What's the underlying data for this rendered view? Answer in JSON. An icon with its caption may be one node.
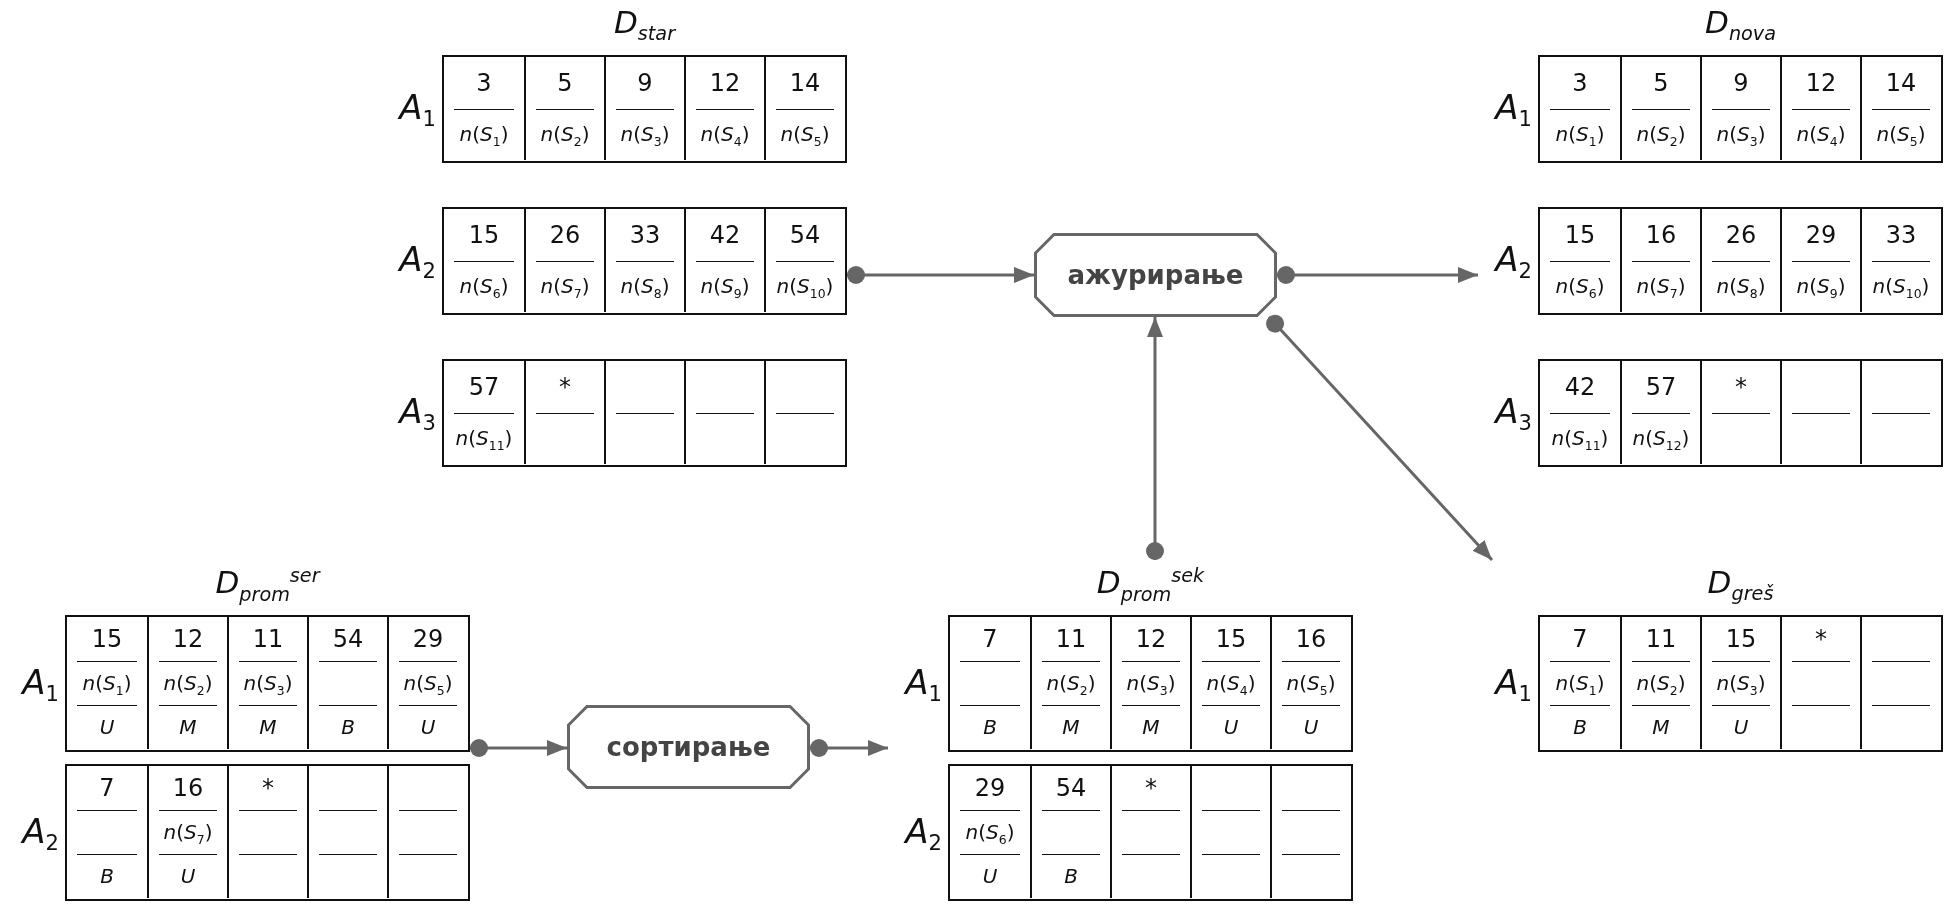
{
  "diagram": {
    "nodes": [
      {
        "text": [
          "D$_{star}$"
        ]
      },
      {
        "text": [
          "A$_{1}$"
        ],
        "in": 0
      },
      {
        "text": [
          "3",
          "*n*(*S*$_{1}$)"
        ],
        "in": 1
      },
      {
        "text": [
          "5",
          "*n*(*S*$_{2}$)"
        ],
        "in": 1
      },
      {
        "text": [
          "9",
          "*n*(*S*$_{3}$)"
        ],
        "in": 1
      },
      {
        "text": [
          "12",
          "*n*(*S*$_{4}$)"
        ],
        "in": 1
      },
      {
        "text": [
          "14",
          "*n*(*S*$_{5}$)"
        ],
        "in": 1
      },
      {
        "text": [
          "A$_{2}$"
        ],
        "in": 0
      },
      {
        "text": [
          "15",
          "*n*(*S*$_{6}$)"
        ],
        "in": 7
      },
      {
        "text": [
          "26",
          "*n*(*S*$_{7}$)"
        ],
        "in": 7
      },
      {
        "text": [
          "33",
          "*n*(*S*$_{8}$)"
        ],
        "in": 7
      },
      {
        "text": [
          "42",
          "*n*(*S*$_{9}$)"
        ],
        "in": 7
      },
      {
        "text": [
          "54",
          "*n*(*S*$_{10}$)"
        ],
        "in": 7
      },
      {
        "text": [
          "A$_{3}$"
        ],
        "in": 0
      },
      {
        "text": [
          "57",
          "*n*(*S*$_{11}$)"
        ],
        "in": 13
      },
      {
        "text": [
          "*"
        ],
        "in": 13
      },
      {
        "text": [],
        "shape": "box",
        "in": 13
      },
      {
        "text": [],
        "shape": "box",
        "in": 13
      },
      {
        "text": [],
        "shape": "box",
        "in": 13
      },
      {
        "text": [
          "ажурирање"
        ]
      },
      {
        "text": [
          "D$_{nova}$"
        ]
      },
      {
        "text": [
          "A$_{1}$"
        ],
        "in": 20
      },
      {
        "text": [
          "3",
          "*n*(*S*$_{1}$)"
        ],
        "in": 21
      },
      {
        "text": [
          "5",
          "*n*(*S*$_{2}$)"
        ],
        "in": 21
      },
      {
        "text": [
          "9",
          "*n*(*S*$_{3}$)"
        ],
        "in": 21
      },
      {
        "text": [
          "12",
          "*n*(*S*$_{4}$)"
        ],
        "in": 21
      },
      {
        "text": [
          "14",
          "*n*(*S*$_{5}$)"
        ],
        "in": 21
      },
      {
        "text": [
          "A$_{2}$"
        ],
        "in": 20
      },
      {
        "text": [
          "15",
          "*n*(*S*$_{6}$)"
        ],
        "in": 27
      },
      {
        "text": [
          "16",
          "*n*(*S*$_{7}$)"
        ],
        "in": 27
      },
      {
        "text": [
          "26",
          "*n*(*S*$_{8}$)"
        ],
        "in": 27
      },
      {
        "text": [
          "29",
          "*n*(*S*$_{9}$)"
        ],
        "in": 27
      },
      {
        "text": [
          "33",
          "*n*(*S*$_{10}$)"
        ],
        "in": 27
      },
      {
        "text": [
          "A$_{3}$"
        ],
        "in": 20
      },
      {
        "text": [
          "42",
          "*n*(*S*$_{11}$)"
        ],
        "in": 33
      },
      {
        "text": [
          "57",
          "*n*(*S*$_{12}$)"
        ],
        "in": 33
      },
      {
        "text": [
          "*"
        ],
        "in": 33
      },
      {
        "text": [],
        "shape": "box",
        "in": 33
      },
      {
        "text": [],
        "shape": "box",
        "in": 33
      },
      {
        "text": [
          "D$_{prom}$$^{ser}$"
        ]
      },
      {
        "text": [
          "A$_{1}$"
        ],
        "in": 39
      },
      {
        "text": [
          "15",
          "*n*(*S*$_{1}$)",
          "U"
        ],
        "in": 40
      },
      {
        "text": [
          "12",
          "*n*(*S*$_{2}$)",
          "M"
        ],
        "in": 40
      },
      {
        "text": [
          "11",
          "*n*(*S*$_{3}$)",
          "M"
        ],
        "in": 40
      },
      {
        "text": [
          "54",
          "B"
        ],
        "in": 40
      },
      {
        "text": [
          "29",
          "*n*(*S*$_{5}$)",
          "U"
        ],
        "in": 40
      },
      {
        "text": [
          "A$_{2}$"
        ],
        "in": 39
      },
      {
        "text": [
          "7",
          "B"
        ],
        "in": 46
      },
      {
        "text": [
          "16",
          "*n*(*S*$_{7}$)",
          "U"
        ],
        "in": 46
      },
      {
        "text": [
          "*"
        ],
        "in": 46
      },
      {
        "text": [],
        "shape": "box",
        "in": 46
      },
      {
        "text": [],
        "shape": "box",
        "in": 46
      },
      {
        "text": [
          "сортирање"
        ]
      },
      {
        "text": [
          "D$_{prom}$$^{sek}$"
        ]
      },
      {
        "text": [
          "A$_{1}$"
        ],
        "in": 53
      },
      {
        "text": [
          "7",
          "B"
        ],
        "in": 54
      },
      {
        "text": [
          "11",
          "*n*(*S*$_{2}$)",
          "M"
        ],
        "in": 54
      },
      {
        "text": [
          "12",
          "*n*(*S*$_{3}$)",
          "M"
        ],
        "in": 54
      },
      {
        "text": [
          "15",
          "*n*(*S*$_{4}$)",
          "U"
        ],
        "in": 54
      },
      {
        "text": [
          "16",
          "*n*(*S*$_{5}$)",
          "U"
        ],
        "in": 54
      },
      {
        "text": [
          "A$_{2}$"
        ],
        "in": 53
      },
      {
        "text": [
          "29",
          "*n*(*S*$_{6}$)",
          "U"
        ],
        "in": 60
      },
      {
        "text": [
          "54",
          "B"
        ],
        "in": 60
      },
      {
        "text": [
          "*"
        ],
        "in": 60
      },
      {
        "text": [],
        "shape": "box",
        "in": 60
      },
      {
        "text": [],
        "shape": "box",
        "in": 60
      },
      {
        "text": [
          "D$_{greš}$"
        ]
      },
      {
        "text": [
          "A$_{1}$"
        ],
        "in": 66
      },
      {
        "text": [
          "7",
          "*n*(*S*$_{1}$)",
          "B"
        ],
        "in": 67
      },
      {
        "text": [
          "11",
          "*n*(*S*$_{2}$)",
          "M"
        ],
        "in": 67
      },
      {
        "text": [
          "15",
          "*n*(*S*$_{3}$)",
          "U"
        ],
        "in": 67
      },
      {
        "text": [
          "*"
        ],
        "in": 67
      },
      {
        "text": [],
        "shape": "box",
        "in": 67
      }
    ],
    "edges": [
      {
        "from": 0,
        "to": 19,
        "arrow": "to"
      },
      {
        "from": 19,
        "to": 20,
        "arrow": "to"
      },
      {
        "from": 19,
        "to": 66,
        "arrow": "to"
      },
      {
        "from": 53,
        "to": 19,
        "arrow": "to"
      },
      {
        "from": 39,
        "to": 52,
        "arrow": "to"
      },
      {
        "from": 52,
        "to": 53,
        "arrow": "to"
      }
    ]
  }
}
